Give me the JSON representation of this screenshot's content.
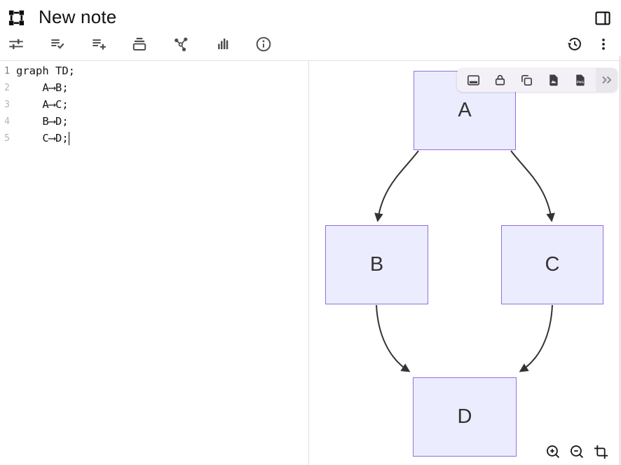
{
  "header": {
    "title": "New note",
    "logo_icon": "object-group-icon",
    "panel_toggle_icon": "sidebar-right-icon"
  },
  "main_toolbar": {
    "left_icons": [
      "tune-sliders-icon",
      "list-check-icon",
      "list-add-icon",
      "archive-icon",
      "graph-nodes-icon",
      "bar-chart-icon",
      "info-icon"
    ],
    "right_icons": [
      "history-icon",
      "kebab-menu-icon"
    ]
  },
  "editor": {
    "language": "mermaid",
    "lines": [
      {
        "number": "1",
        "code": "graph TD;"
      },
      {
        "number": "2",
        "code": "    A⟶B;"
      },
      {
        "number": "3",
        "code": "    A⟶C;"
      },
      {
        "number": "4",
        "code": "    B⟶D;"
      },
      {
        "number": "5",
        "code": "    C⟶D;"
      }
    ]
  },
  "diagram": {
    "type": "flowchart-top-down",
    "nodes": [
      {
        "id": "A",
        "label": "A"
      },
      {
        "id": "B",
        "label": "B"
      },
      {
        "id": "C",
        "label": "C"
      },
      {
        "id": "D",
        "label": "D"
      }
    ],
    "edges": [
      {
        "from": "A",
        "to": "B"
      },
      {
        "from": "A",
        "to": "C"
      },
      {
        "from": "B",
        "to": "D"
      },
      {
        "from": "C",
        "to": "D"
      }
    ],
    "colors": {
      "node_fill": "#ECECFF",
      "node_border": "#9370DB",
      "edge": "#333333",
      "label": "#333333"
    }
  },
  "floating_toolbar": {
    "icons": [
      "bottom-panel-icon",
      "lock-icon",
      "copy-icon",
      "export-image-icon",
      "export-png-icon",
      "chevrons-right-icon"
    ],
    "png_label": "PNG"
  },
  "canvas_controls": {
    "icons": [
      "zoom-in-icon",
      "zoom-out-icon",
      "crop-fit-icon"
    ]
  }
}
